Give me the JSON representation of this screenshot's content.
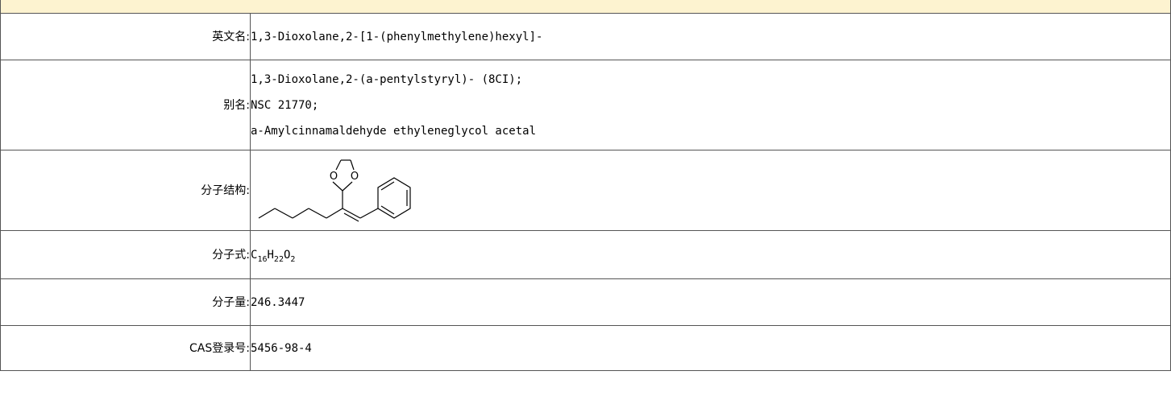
{
  "rows": {
    "english_name": {
      "label": "英文名:",
      "value": "1,3-Dioxolane,2-[1-(phenylmethylene)hexyl]-"
    },
    "synonyms": {
      "label": "别名:",
      "values": [
        "1,3-Dioxolane,2-(a-pentylstyryl)- (8CI);",
        "NSC 21770;",
        "a-Amylcinnamaldehyde ethyleneglycol acetal"
      ]
    },
    "structure": {
      "label": "分子结构:",
      "atom_o1": "O",
      "atom_o2": "O"
    },
    "formula": {
      "label": "分子式:",
      "parts": [
        "C",
        "16",
        "H",
        "22",
        "O",
        "2"
      ]
    },
    "molecular_weight": {
      "label": "分子量:",
      "value": "246.3447"
    },
    "cas": {
      "label": "CAS登录号:",
      "value": "5456-98-4"
    }
  }
}
